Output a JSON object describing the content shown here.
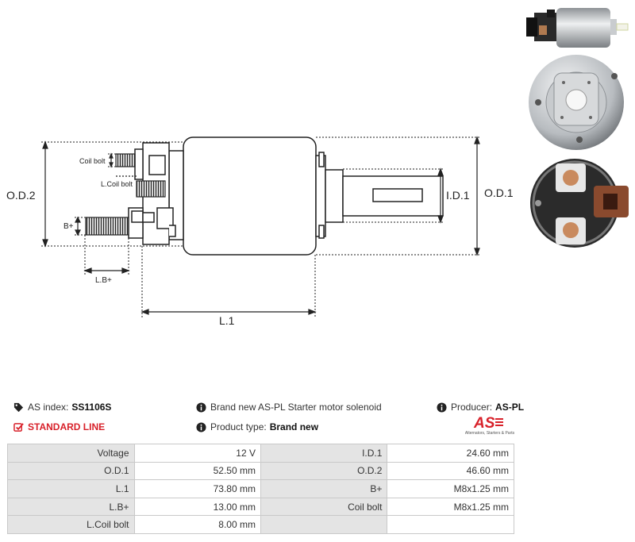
{
  "diagram": {
    "labels": {
      "od2": "O.D.2",
      "od1": "O.D.1",
      "id1": "I.D.1",
      "l1": "L.1",
      "lb": "L.B+",
      "bplus": "B+",
      "coil_bolt": "Coil bolt",
      "l_coil_bolt": "L.Coil bolt"
    }
  },
  "info": {
    "as_index_label": "AS index:",
    "as_index_value": "SS1106S",
    "line": "STANDARD LINE",
    "description": "Brand new AS-PL Starter motor solenoid",
    "product_type_label": "Product type:",
    "product_type_value": "Brand new",
    "producer_label": "Producer:",
    "producer_value": "AS-PL"
  },
  "logo": {
    "mark": "AS",
    "tagline": "Alternators, Starters & Parts"
  },
  "specs": [
    {
      "l1": "Voltage",
      "v1": "12 V",
      "l2": "I.D.1",
      "v2": "24.60 mm"
    },
    {
      "l1": "O.D.1",
      "v1": "52.50 mm",
      "l2": "O.D.2",
      "v2": "46.60 mm"
    },
    {
      "l1": "L.1",
      "v1": "73.80 mm",
      "l2": "B+",
      "v2": "M8x1.25 mm"
    },
    {
      "l1": "L.B+",
      "v1": "13.00 mm",
      "l2": "Coil bolt",
      "v2": "M8x1.25 mm"
    },
    {
      "l1": "L.Coil bolt",
      "v1": "8.00 mm",
      "l2": "",
      "v2": ""
    }
  ],
  "colors": {
    "accent_red": "#d8212a",
    "label_cell": "#e4e4e4",
    "border": "#c9c9c9"
  }
}
